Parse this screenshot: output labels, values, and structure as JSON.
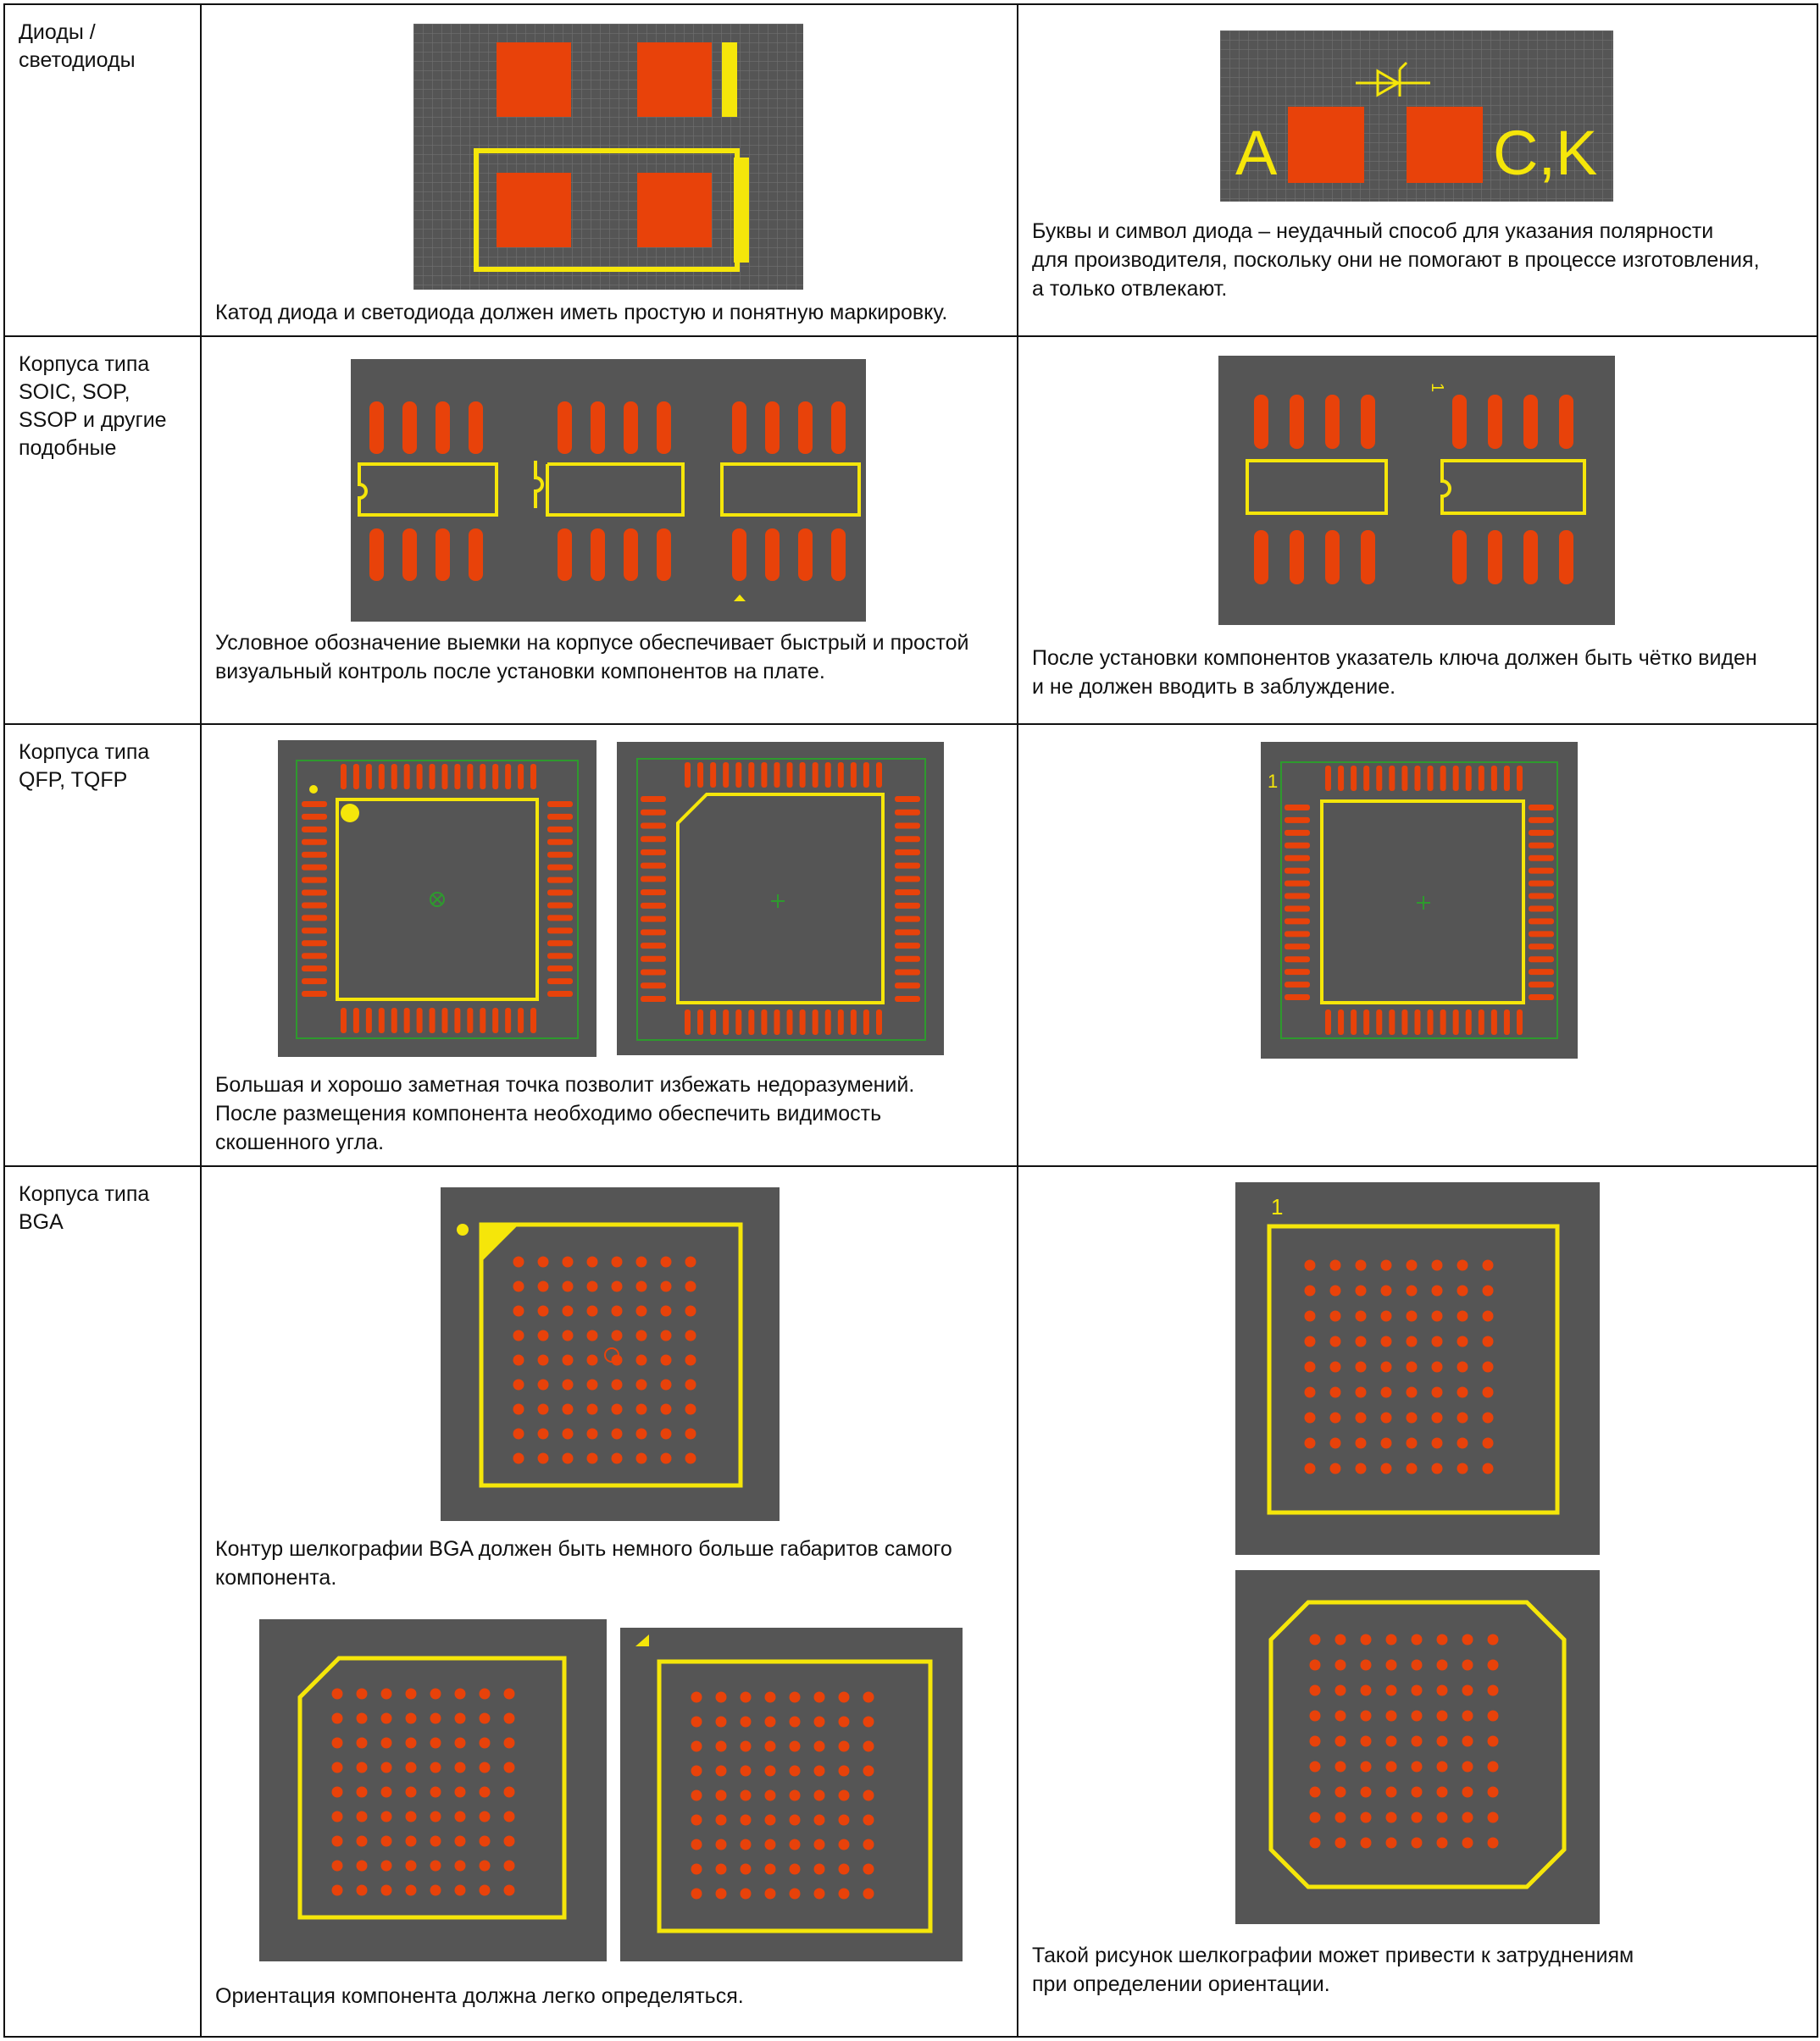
{
  "rows": [
    {
      "category": "Диоды /\nсветодиоды",
      "good_note": "Катод диода и светодиода должен иметь простую и понятную маркировку.",
      "bad_note": "Буквы и символ диода – неудачный способ для указания полярности\nдля производителя, поскольку они не помогают в процессе изготовления,\nа только отвлекают.",
      "bad_labels": {
        "anode": "A",
        "cathode": "C,K"
      }
    },
    {
      "category": "Корпуса типа\nSOIC, SOP,\nSSOP и другие\nподобные",
      "good_note": "Условное обозначение выемки на корпусе обеспечивает быстрый и простой\nвизуальный контроль после установки компонентов на плате.",
      "bad_note": "После установки компонентов указатель ключа должен быть чётко виден\nи не должен вводить в заблуждение.",
      "bad_pin_label": "1"
    },
    {
      "category": "Корпуса типа\nQFP, TQFP",
      "good_note": "Большая и хорошо заметная точка позволит избежать недоразумений.\nПосле размещения компонента необходимо обеспечить видимость\nскошенного угла.",
      "bad_pin_label": "1"
    },
    {
      "category": "Корпуса типа\nBGA",
      "good_note_1": "Контур шелкографии BGA должен быть немного больше габаритов самого\nкомпонента.",
      "good_note_2": "Ориентация компонента должна легко определяться.",
      "bad_note": "Такой рисунок шелкографии может привести к затруднениям\nпри определении ориентации.",
      "bad_pin_label": "1"
    }
  ],
  "colors": {
    "board": "#555555",
    "pad": "#e8420a",
    "silk": "#f5e60a",
    "outline": "#2e9a2e",
    "grid": "#6a6a6a"
  }
}
